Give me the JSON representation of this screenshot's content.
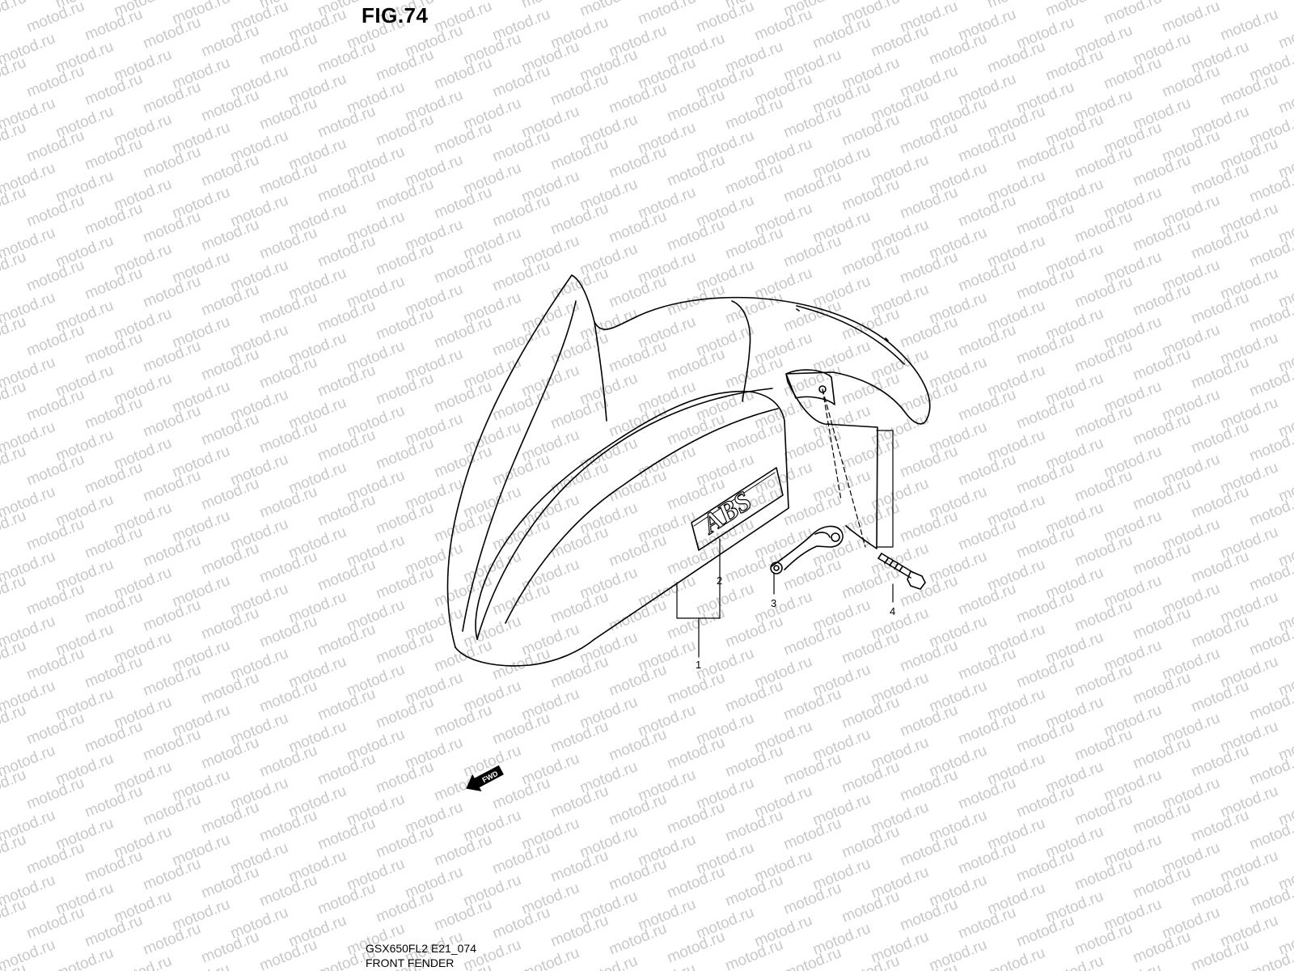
{
  "figure": {
    "title": "FIG.74",
    "code": "GSX650FL2 E21_074",
    "name": "FRONT FENDER"
  },
  "watermark": {
    "text": "motod.ru",
    "color": "#c8c8c8"
  },
  "fender_badge": {
    "text": "ABS"
  },
  "direction_arrow": {
    "label": "FWD"
  },
  "callouts": [
    {
      "number": "1",
      "part": "front-fender"
    },
    {
      "number": "2",
      "part": "abs-emblem"
    },
    {
      "number": "3",
      "part": "hose-clamp-bracket"
    },
    {
      "number": "4",
      "part": "bolt"
    }
  ]
}
